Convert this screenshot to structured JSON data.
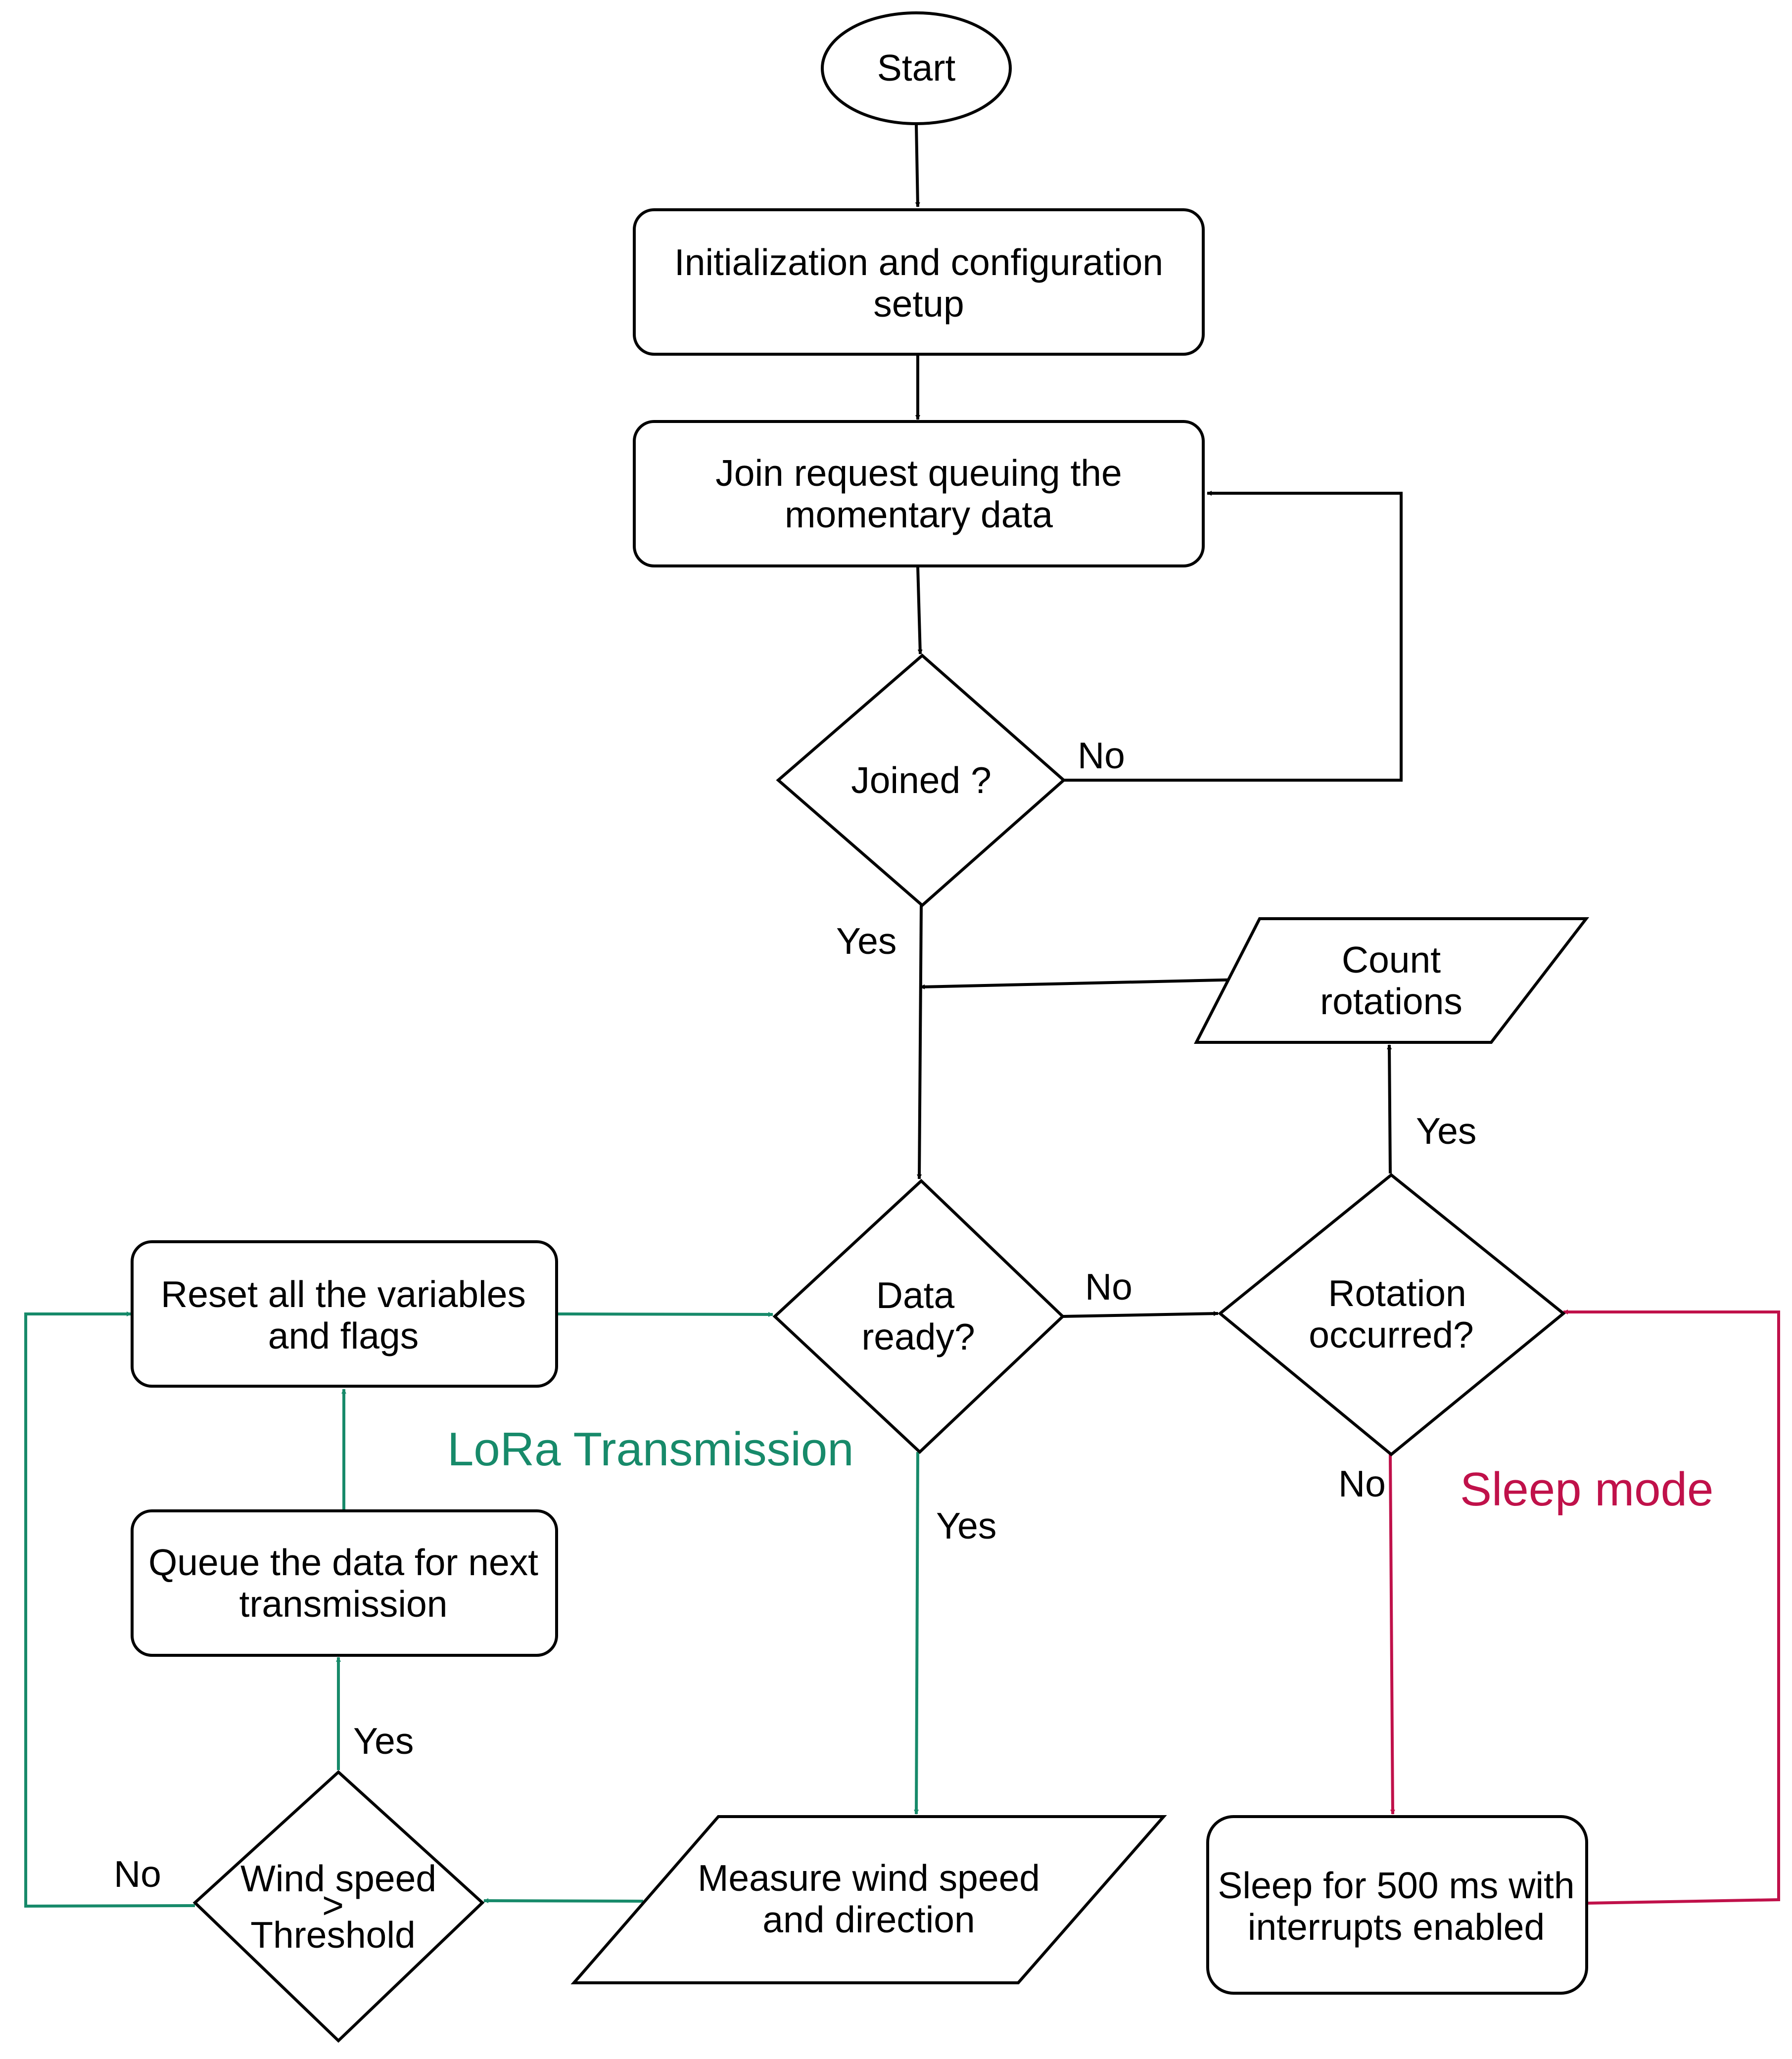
{
  "nodes": {
    "start": "Start",
    "init": [
      "Initialization and configuration",
      "setup"
    ],
    "join_request": [
      "Join request queuing the",
      "momentary data"
    ],
    "joined": "Joined ?",
    "count_rotations": [
      "Count",
      "rotations"
    ],
    "data_ready": [
      "Data",
      "ready?"
    ],
    "rotation_occurred": [
      "Rotation",
      "occurred?"
    ],
    "reset": [
      "Reset all the variables",
      "and flags"
    ],
    "queue": [
      "Queue the data for next",
      "transmission"
    ],
    "wind_threshold": [
      "Wind speed",
      ">",
      "Threshold"
    ],
    "measure": [
      "Measure wind speed",
      "and direction"
    ],
    "sleep": [
      "Sleep for 500 ms with",
      "interrupts enabled"
    ]
  },
  "edge_labels": {
    "joined_no": "No",
    "joined_yes": "Yes",
    "rotation_yes": "Yes",
    "data_ready_no": "No",
    "data_ready_yes": "Yes",
    "rotation_no": "No",
    "threshold_yes": "Yes",
    "threshold_no": "No"
  },
  "sections": {
    "lora": "LoRa Transmission",
    "sleep": "Sleep mode"
  },
  "colors": {
    "main": "#000000",
    "lora": "#178a6a",
    "sleep": "#c0114a"
  }
}
